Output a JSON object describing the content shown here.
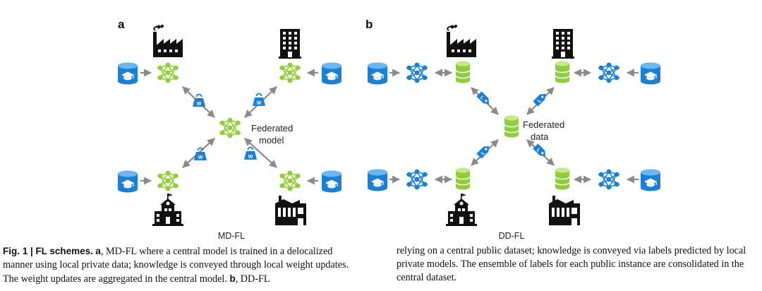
{
  "panels": {
    "a": {
      "letter": "a",
      "center_label_line1": "Federated",
      "center_label_line2": "model",
      "scheme_label": "MD-FL",
      "edge_badge": "W"
    },
    "b": {
      "letter": "b",
      "center_label_line1": "Federated",
      "center_label_line2": "data",
      "scheme_label": "DD-FL",
      "edge_badge": "L"
    }
  },
  "icons": {
    "sites": [
      "factory-icon",
      "office-building-icon",
      "school-icon",
      "warehouse-icon"
    ],
    "private_data": "database-graduation-cap-icon",
    "model": "neural-network-icon",
    "public_data": "green-database-icon",
    "weights": "weight-icon",
    "labels": "label-tag-icon"
  },
  "colors": {
    "blue": "#1a7fd6",
    "green": "#8fce3a",
    "arrow_gray": "#8a8a8a",
    "black": "#111111"
  },
  "caption": {
    "fig_label": "Fig. 1 |",
    "title": "FL schemes.",
    "a_mark": "a",
    "text_a": ", MD-FL where a central model is trained in a delocalized manner using local private data; knowledge is conveyed through local weight updates. The weight updates are aggregated in the central model.",
    "b_mark": "b",
    "text_b_start": ", DD-FL",
    "text_right": "relying on a central public dataset; knowledge is conveyed via labels predicted by local private models. The ensemble of labels for each public instance are consolidated in the central dataset."
  }
}
